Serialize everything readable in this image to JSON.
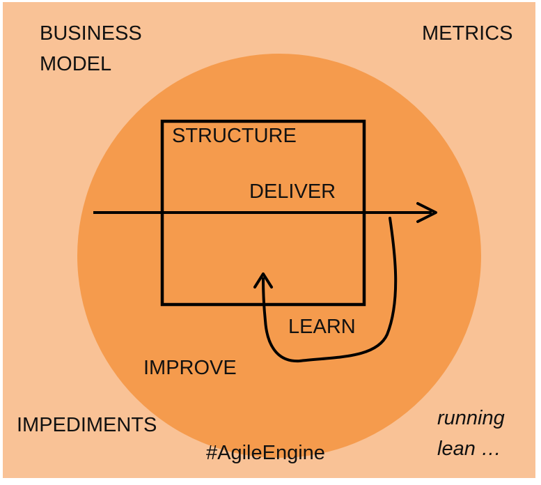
{
  "colors": {
    "background": "#F9C296",
    "circle": "#F59B4D",
    "stroke": "#000000",
    "text": "#111111"
  },
  "corners": {
    "top_left": [
      "BUSINESS",
      "MODEL"
    ],
    "top_right": "METRICS",
    "bottom_left": "IMPEDIMENTS",
    "bottom_center": "#AgileEngine",
    "bottom_right": [
      "running",
      "lean …"
    ]
  },
  "diagram": {
    "structure": "STRUCTURE",
    "deliver": "DELIVER",
    "learn": "LEARN",
    "improve": "IMPROVE"
  }
}
